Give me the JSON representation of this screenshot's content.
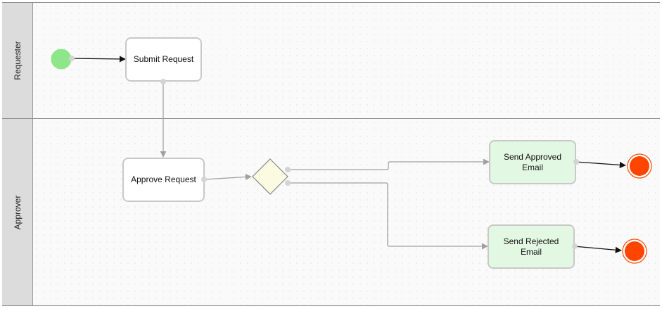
{
  "lanes": {
    "requester": "Requester",
    "approver": "Approver"
  },
  "tasks": {
    "submit_request": "Submit Request",
    "approve_request": "Approve Request",
    "send_approved_email": "Send Approved Email",
    "send_rejected_email": "Send Rejected Email"
  },
  "colors": {
    "start_event": "#8ee68a",
    "end_event": "#ff4500",
    "gateway_fill": "#fbfbe2",
    "task_approved_fill": "#e3f8e3",
    "task_rejected_fill": "#e3f8e3",
    "lane_header": "#dcdcdc",
    "connector_gray": "#a0a0a0",
    "connector_black": "#111111"
  },
  "icons": {
    "start_event": "start-event-icon",
    "end_event": "end-event-icon",
    "gateway": "exclusive-gateway-icon"
  }
}
